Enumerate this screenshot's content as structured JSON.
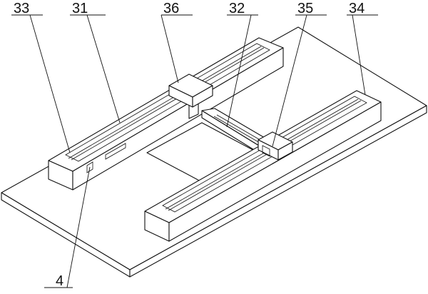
{
  "labels": {
    "l33": "33",
    "l31": "31",
    "l36": "36",
    "l32": "32",
    "l35": "35",
    "l34": "34",
    "l4": "4"
  }
}
